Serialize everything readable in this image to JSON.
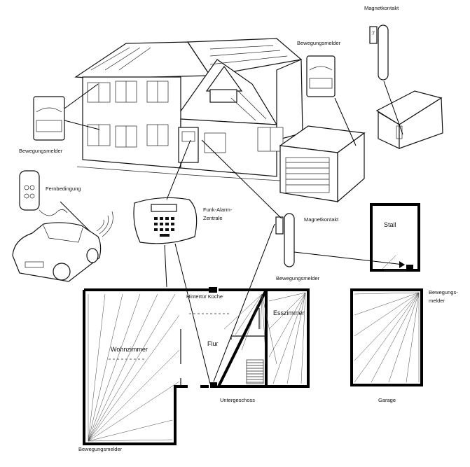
{
  "labels": {
    "magnetkontakt_top": "Magnetkontakt",
    "bewegungsmelder_top": "Bewegungsmelder",
    "bewegungsmelder_left": "Bewegungsmelder",
    "fernbedingung": "Fernbedingung",
    "funk_alarm_zentrale_1": "Funk-Alarm-",
    "funk_alarm_zentrale_2": "Zentrale",
    "magnetkontakt_mid": "Magnetkontakt",
    "bewegungsmelder_mid": "Bewegungsmelder",
    "bewegungsmelder_garage_1": "Bewegungs-",
    "bewegungsmelder_garage_2": "melder",
    "bewegungsmelder_bottom": "Bewegungsmelder"
  },
  "rooms": {
    "stall": "Stall",
    "hintertuer_kueche": "Hintertür Küche",
    "esszimmer": "Esszimmer",
    "flur": "Flur",
    "wohnzimmer": "Wohnzimmer",
    "untergeschoss": "Untergeschoss",
    "garage": "Garage"
  }
}
